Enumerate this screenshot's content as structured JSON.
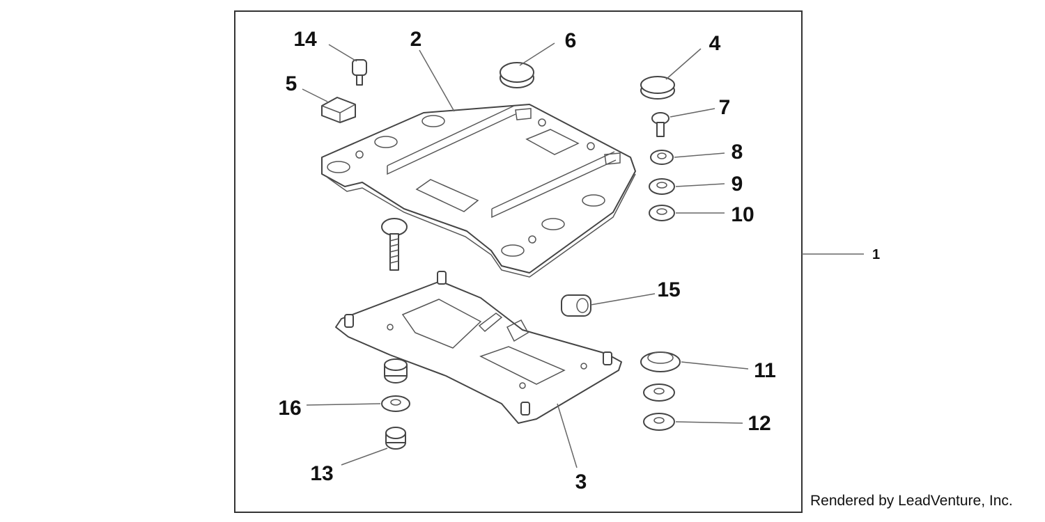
{
  "kit_label": "1",
  "part_labels": [
    "2",
    "3",
    "4",
    "5",
    "6",
    "7",
    "8",
    "9",
    "10",
    "11",
    "12",
    "13",
    "14",
    "15",
    "16"
  ],
  "credit": "Rendered by LeadVenture, Inc."
}
